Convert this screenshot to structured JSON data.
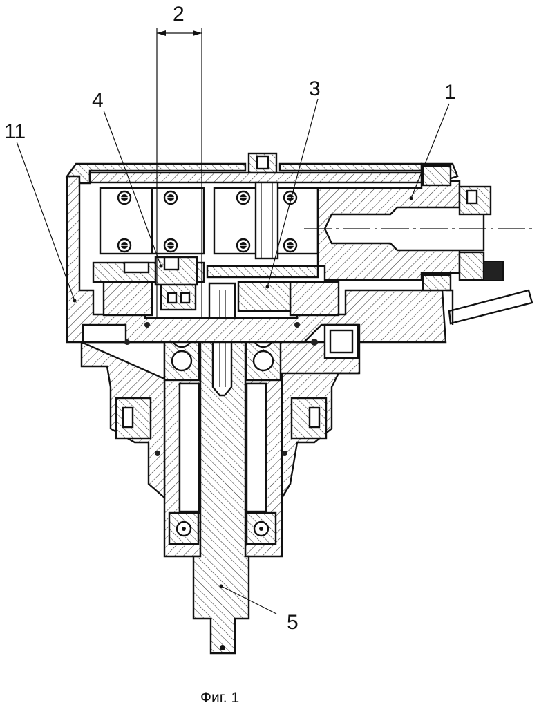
{
  "figure": {
    "caption": "Фиг. 1",
    "labels": {
      "l1": "1",
      "l2": "2",
      "l3": "3",
      "l4": "4",
      "l5": "5",
      "l11": "11"
    }
  }
}
